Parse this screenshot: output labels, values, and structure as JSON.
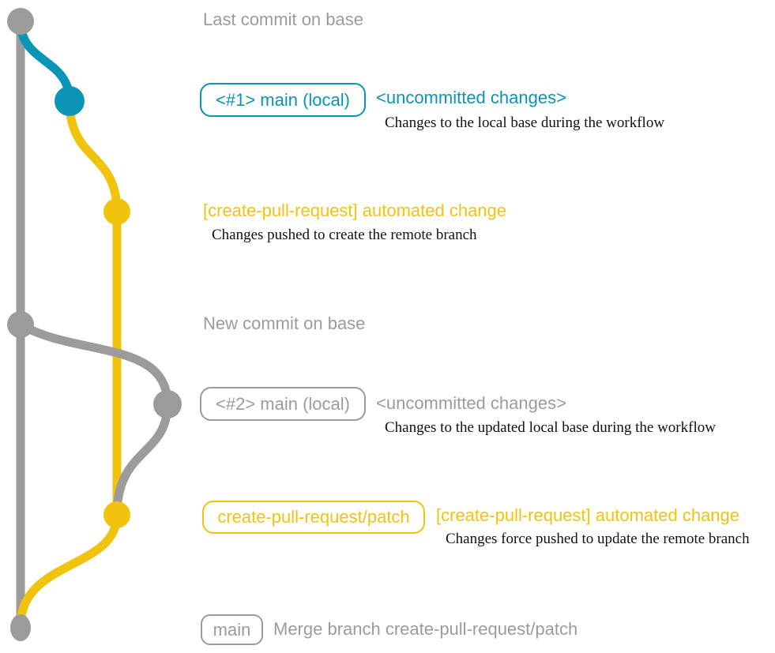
{
  "colors": {
    "teal": "#0a94b6",
    "yellow": "#f0c30f",
    "gray": "#9b9b9b"
  },
  "graph": {
    "base_branch": "base (main) line",
    "node_names": [
      "last-commit-on-base",
      "local-uncommitted-1",
      "remote-branch-commit-1",
      "new-commit-on-base",
      "local-uncommitted-2",
      "remote-branch-commit-2",
      "merge-commit"
    ]
  },
  "rows": {
    "last_commit": {
      "label": "Last commit on base"
    },
    "commit1": {
      "badge": "<#1> main (local)",
      "title": "<uncommitted changes>",
      "desc": "Changes to the local base during the workflow"
    },
    "push1": {
      "title": "[create-pull-request] automated change",
      "desc": "Changes pushed to create the remote branch"
    },
    "new_commit": {
      "label": "New commit on base"
    },
    "commit2": {
      "badge": "<#2> main (local)",
      "title": "<uncommitted changes>",
      "desc": "Changes to the updated local base during the workflow"
    },
    "push2": {
      "badge": "create-pull-request/patch",
      "title": "[create-pull-request] automated change",
      "desc": "Changes force pushed to update the remote branch"
    },
    "merge": {
      "badge": "main",
      "label": "Merge branch create-pull-request/patch"
    }
  }
}
